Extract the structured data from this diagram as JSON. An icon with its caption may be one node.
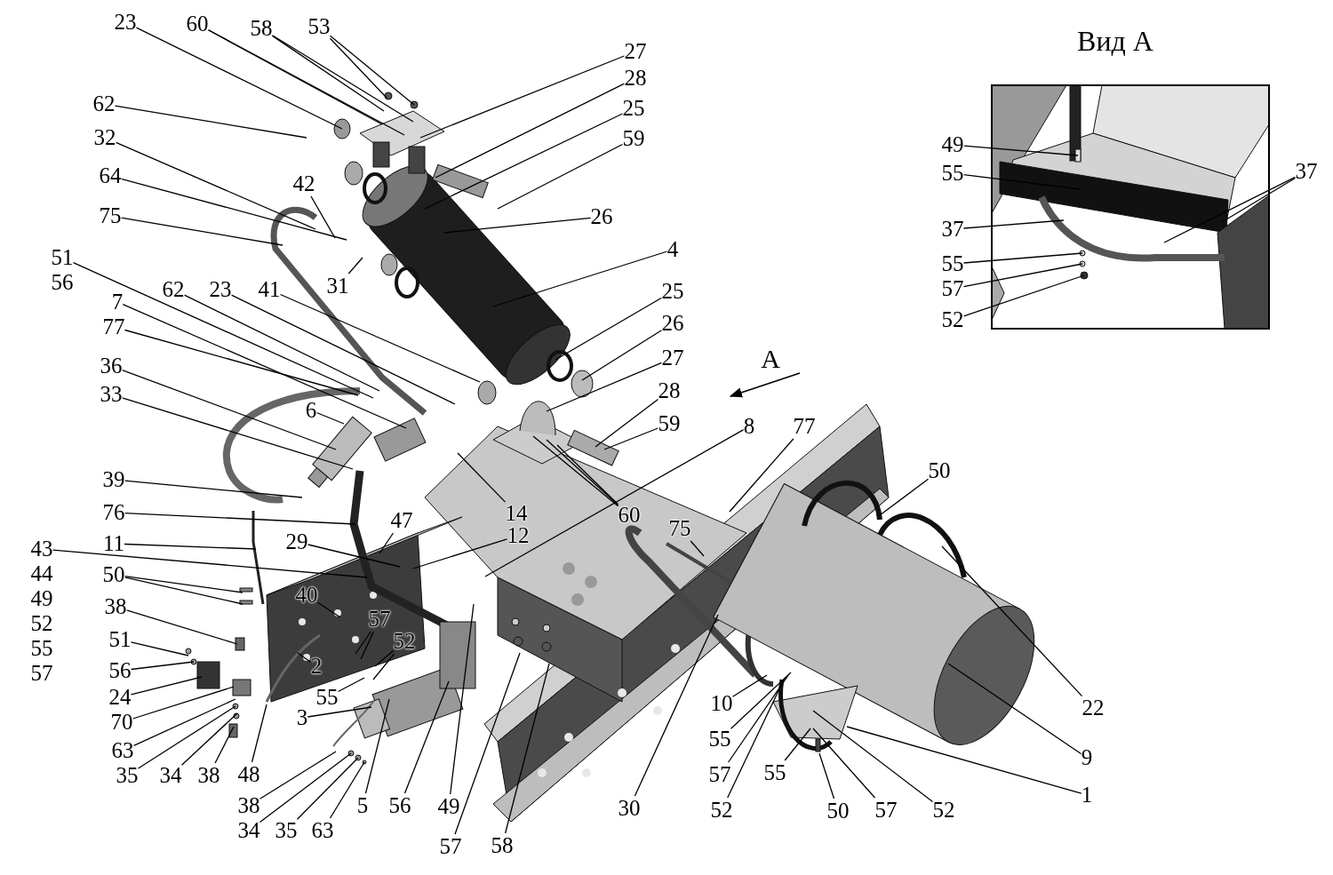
{
  "diagram": {
    "nodes": [
      {
        "text": [
          "23"
        ]
      },
      {
        "text": [
          "60"
        ]
      },
      {
        "text": [
          "58"
        ]
      },
      {
        "text": [
          "53"
        ]
      },
      {
        "text": [
          "27"
        ]
      },
      {
        "text": [
          "28"
        ]
      },
      {
        "text": [
          "25"
        ]
      },
      {
        "text": [
          "59"
        ]
      },
      {
        "text": [
          "62"
        ]
      },
      {
        "text": [
          "32"
        ]
      },
      {
        "text": [
          "64"
        ]
      },
      {
        "text": [
          "42"
        ]
      },
      {
        "text": [
          "75"
        ]
      },
      {
        "text": [
          "31"
        ]
      },
      {
        "text": [
          "26"
        ]
      },
      {
        "text": [
          "4"
        ]
      },
      {
        "text": [
          "51",
          "56"
        ]
      },
      {
        "text": [
          "7"
        ]
      },
      {
        "text": [
          "62"
        ]
      },
      {
        "text": [
          "23"
        ]
      },
      {
        "text": [
          "41"
        ]
      },
      {
        "text": [
          "77"
        ]
      },
      {
        "text": [
          "36"
        ]
      },
      {
        "text": [
          "6"
        ]
      },
      {
        "text": [
          "33"
        ]
      },
      {
        "text": [
          "25"
        ]
      },
      {
        "text": [
          "26"
        ]
      },
      {
        "text": [
          "27"
        ]
      },
      {
        "text": [
          "28"
        ]
      },
      {
        "text": [
          "59"
        ]
      },
      {
        "text": [
          "60"
        ]
      },
      {
        "text": [
          "8"
        ]
      },
      {
        "text": [
          "77"
        ]
      },
      {
        "text": [
          "50"
        ]
      },
      {
        "text": [
          "14"
        ]
      },
      {
        "text": [
          "75"
        ]
      },
      {
        "text": [
          "47"
        ]
      },
      {
        "text": [
          "12"
        ]
      },
      {
        "text": [
          "39"
        ]
      },
      {
        "text": [
          "76"
        ]
      },
      {
        "text": [
          "11"
        ]
      },
      {
        "text": [
          "29"
        ]
      },
      {
        "text": [
          "43",
          "44",
          "49",
          "52",
          "55",
          "57"
        ]
      },
      {
        "text": [
          "50"
        ]
      },
      {
        "text": [
          "40"
        ]
      },
      {
        "text": [
          "38"
        ]
      },
      {
        "text": [
          "57"
        ]
      },
      {
        "text": [
          "52"
        ]
      },
      {
        "text": [
          "51"
        ]
      },
      {
        "text": [
          "56"
        ]
      },
      {
        "text": [
          "2"
        ]
      },
      {
        "text": [
          "24"
        ]
      },
      {
        "text": [
          "55"
        ]
      },
      {
        "text": [
          "70"
        ]
      },
      {
        "text": [
          "3"
        ]
      },
      {
        "text": [
          "63"
        ]
      },
      {
        "text": [
          "35"
        ]
      },
      {
        "text": [
          "34"
        ]
      },
      {
        "text": [
          "38"
        ]
      },
      {
        "text": [
          "48"
        ]
      },
      {
        "text": [
          "38"
        ]
      },
      {
        "text": [
          "34"
        ]
      },
      {
        "text": [
          "35"
        ]
      },
      {
        "text": [
          "63"
        ]
      },
      {
        "text": [
          "5"
        ]
      },
      {
        "text": [
          "56"
        ]
      },
      {
        "text": [
          "49"
        ]
      },
      {
        "text": [
          "57"
        ]
      },
      {
        "text": [
          "58"
        ]
      },
      {
        "text": [
          "30"
        ]
      },
      {
        "text": [
          "10"
        ]
      },
      {
        "text": [
          "55"
        ]
      },
      {
        "text": [
          "57"
        ]
      },
      {
        "text": [
          "52"
        ]
      },
      {
        "text": [
          "55"
        ]
      },
      {
        "text": [
          "50"
        ]
      },
      {
        "text": [
          "57"
        ]
      },
      {
        "text": [
          "52"
        ]
      },
      {
        "text": [
          "1"
        ]
      },
      {
        "text": [
          "9"
        ]
      },
      {
        "text": [
          "22"
        ]
      },
      {
        "text": [
          "49"
        ]
      },
      {
        "text": [
          "55"
        ]
      },
      {
        "text": [
          "37"
        ]
      },
      {
        "text": [
          "37"
        ]
      },
      {
        "text": [
          "55"
        ]
      },
      {
        "text": [
          "57"
        ]
      },
      {
        "text": [
          "52"
        ]
      }
    ],
    "edges": [
      {
        "from": 0,
        "to": null,
        "arrow": "none"
      },
      {
        "from": 1,
        "to": null,
        "arrow": "none"
      },
      {
        "from": 1,
        "to": null,
        "arrow": "none"
      },
      {
        "from": 2,
        "to": null,
        "arrow": "none"
      },
      {
        "from": 2,
        "to": null,
        "arrow": "none"
      },
      {
        "from": 3,
        "to": null,
        "arrow": "none"
      },
      {
        "from": 3,
        "to": null,
        "arrow": "none"
      },
      {
        "from": 4,
        "to": null,
        "arrow": "none"
      },
      {
        "from": 5,
        "to": null,
        "arrow": "none"
      },
      {
        "from": 6,
        "to": null,
        "arrow": "none"
      },
      {
        "from": 7,
        "to": null,
        "arrow": "none"
      },
      {
        "from": 8,
        "to": null,
        "arrow": "none"
      },
      {
        "from": 9,
        "to": null,
        "arrow": "none"
      },
      {
        "from": 10,
        "to": null,
        "arrow": "none"
      },
      {
        "from": 11,
        "to": null,
        "arrow": "none"
      },
      {
        "from": 12,
        "to": null,
        "arrow": "none"
      },
      {
        "from": 13,
        "to": null,
        "arrow": "none"
      },
      {
        "from": 14,
        "to": null,
        "arrow": "none"
      },
      {
        "from": 15,
        "to": null,
        "arrow": "none"
      },
      {
        "from": 16,
        "to": null,
        "arrow": "none"
      },
      {
        "from": 17,
        "to": null,
        "arrow": "none"
      },
      {
        "from": 18,
        "to": null,
        "arrow": "none"
      },
      {
        "from": 19,
        "to": null,
        "arrow": "none"
      },
      {
        "from": 20,
        "to": null,
        "arrow": "none"
      },
      {
        "from": 21,
        "to": null,
        "arrow": "none"
      },
      {
        "from": 22,
        "to": null,
        "arrow": "none"
      },
      {
        "from": 23,
        "to": null,
        "arrow": "none"
      },
      {
        "from": 24,
        "to": null,
        "arrow": "none"
      },
      {
        "from": 25,
        "to": null,
        "arrow": "none"
      },
      {
        "from": 26,
        "to": null,
        "arrow": "none"
      },
      {
        "from": 27,
        "to": null,
        "arrow": "none"
      },
      {
        "from": 28,
        "to": null,
        "arrow": "none"
      },
      {
        "from": 29,
        "to": null,
        "arrow": "none"
      },
      {
        "from": 30,
        "to": null,
        "arrow": "none"
      },
      {
        "from": 30,
        "to": null,
        "arrow": "none"
      },
      {
        "from": 30,
        "to": null,
        "arrow": "none"
      },
      {
        "from": 31,
        "to": null,
        "arrow": "none"
      },
      {
        "from": 32,
        "to": null,
        "arrow": "none"
      },
      {
        "from": 33,
        "to": null,
        "arrow": "none"
      },
      {
        "from": 34,
        "to": null,
        "arrow": "none"
      },
      {
        "from": 35,
        "to": null,
        "arrow": "none"
      },
      {
        "from": 36,
        "to": null,
        "arrow": "none"
      },
      {
        "from": 37,
        "to": null,
        "arrow": "none"
      },
      {
        "from": 38,
        "to": null,
        "arrow": "none"
      },
      {
        "from": 39,
        "to": null,
        "arrow": "none"
      },
      {
        "from": 40,
        "to": null,
        "arrow": "none"
      },
      {
        "from": 41,
        "to": null,
        "arrow": "none"
      },
      {
        "from": 42,
        "to": null,
        "arrow": "none"
      },
      {
        "from": 43,
        "to": null,
        "arrow": "none"
      },
      {
        "from": 43,
        "to": null,
        "arrow": "none"
      },
      {
        "from": 44,
        "to": null,
        "arrow": "none"
      },
      {
        "from": 45,
        "to": null,
        "arrow": "none"
      },
      {
        "from": 46,
        "to": null,
        "arrow": "none"
      },
      {
        "from": 46,
        "to": null,
        "arrow": "none"
      },
      {
        "from": 47,
        "to": null,
        "arrow": "none"
      },
      {
        "from": 47,
        "to": null,
        "arrow": "none"
      },
      {
        "from": 48,
        "to": null,
        "arrow": "none"
      },
      {
        "from": 49,
        "to": null,
        "arrow": "none"
      },
      {
        "from": 50,
        "to": null,
        "arrow": "none"
      },
      {
        "from": 51,
        "to": null,
        "arrow": "none"
      },
      {
        "from": 52,
        "to": null,
        "arrow": "none"
      },
      {
        "from": 53,
        "to": null,
        "arrow": "none"
      },
      {
        "from": 54,
        "to": null,
        "arrow": "none"
      },
      {
        "from": 55,
        "to": null,
        "arrow": "none"
      },
      {
        "from": 56,
        "to": null,
        "arrow": "none"
      },
      {
        "from": 57,
        "to": null,
        "arrow": "none"
      },
      {
        "from": 58,
        "to": null,
        "arrow": "none"
      },
      {
        "from": 59,
        "to": null,
        "arrow": "none"
      },
      {
        "from": 60,
        "to": null,
        "arrow": "none"
      },
      {
        "from": 61,
        "to": null,
        "arrow": "none"
      },
      {
        "from": 62,
        "to": null,
        "arrow": "none"
      },
      {
        "from": 63,
        "to": null,
        "arrow": "none"
      },
      {
        "from": 64,
        "to": null,
        "arrow": "none"
      },
      {
        "from": 65,
        "to": null,
        "arrow": "none"
      },
      {
        "from": 66,
        "to": null,
        "arrow": "none"
      },
      {
        "from": 67,
        "to": null,
        "arrow": "none"
      },
      {
        "from": 68,
        "to": null,
        "arrow": "none"
      },
      {
        "from": 69,
        "to": null,
        "arrow": "none"
      },
      {
        "from": 70,
        "to": null,
        "arrow": "none"
      },
      {
        "from": 71,
        "to": null,
        "arrow": "none"
      },
      {
        "from": 72,
        "to": null,
        "arrow": "none"
      },
      {
        "from": 73,
        "to": null,
        "arrow": "none"
      },
      {
        "from": 74,
        "to": null,
        "arrow": "none"
      },
      {
        "from": 75,
        "to": null,
        "arrow": "none"
      },
      {
        "from": 76,
        "to": null,
        "arrow": "none"
      },
      {
        "from": 77,
        "to": null,
        "arrow": "none"
      },
      {
        "from": 78,
        "to": null,
        "arrow": "none"
      },
      {
        "from": 79,
        "to": null,
        "arrow": "none"
      },
      {
        "from": 80,
        "to": null,
        "arrow": "none"
      },
      {
        "from": 81,
        "to": null,
        "arrow": "none"
      },
      {
        "from": 82,
        "to": null,
        "arrow": "none"
      },
      {
        "from": 83,
        "to": null,
        "arrow": "none"
      },
      {
        "from": 83,
        "to": null,
        "arrow": "none"
      },
      {
        "from": 84,
        "to": null,
        "arrow": "none"
      },
      {
        "from": 85,
        "to": null,
        "arrow": "none"
      },
      {
        "from": 86,
        "to": null,
        "arrow": "none"
      },
      {
        "from": 87,
        "to": null,
        "arrow": "none"
      }
    ],
    "labels": [
      "Вид А",
      "A"
    ]
  }
}
